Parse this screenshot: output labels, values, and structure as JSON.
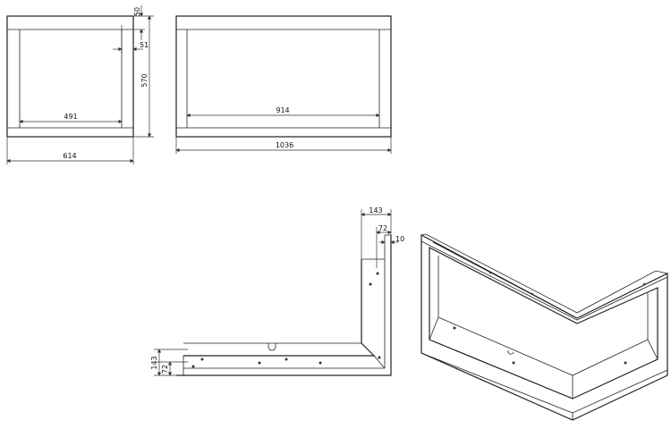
{
  "dimensions": {
    "top_border": "50",
    "inner_offset": "51",
    "height": "570",
    "inner_width_left": "491",
    "outer_width_left": "614",
    "inner_width_right": "914",
    "outer_width_right": "1036",
    "corner_depth": "143",
    "corner_inner": "72",
    "corner_lip": "10",
    "side_depth": "143",
    "side_inner": "72"
  }
}
